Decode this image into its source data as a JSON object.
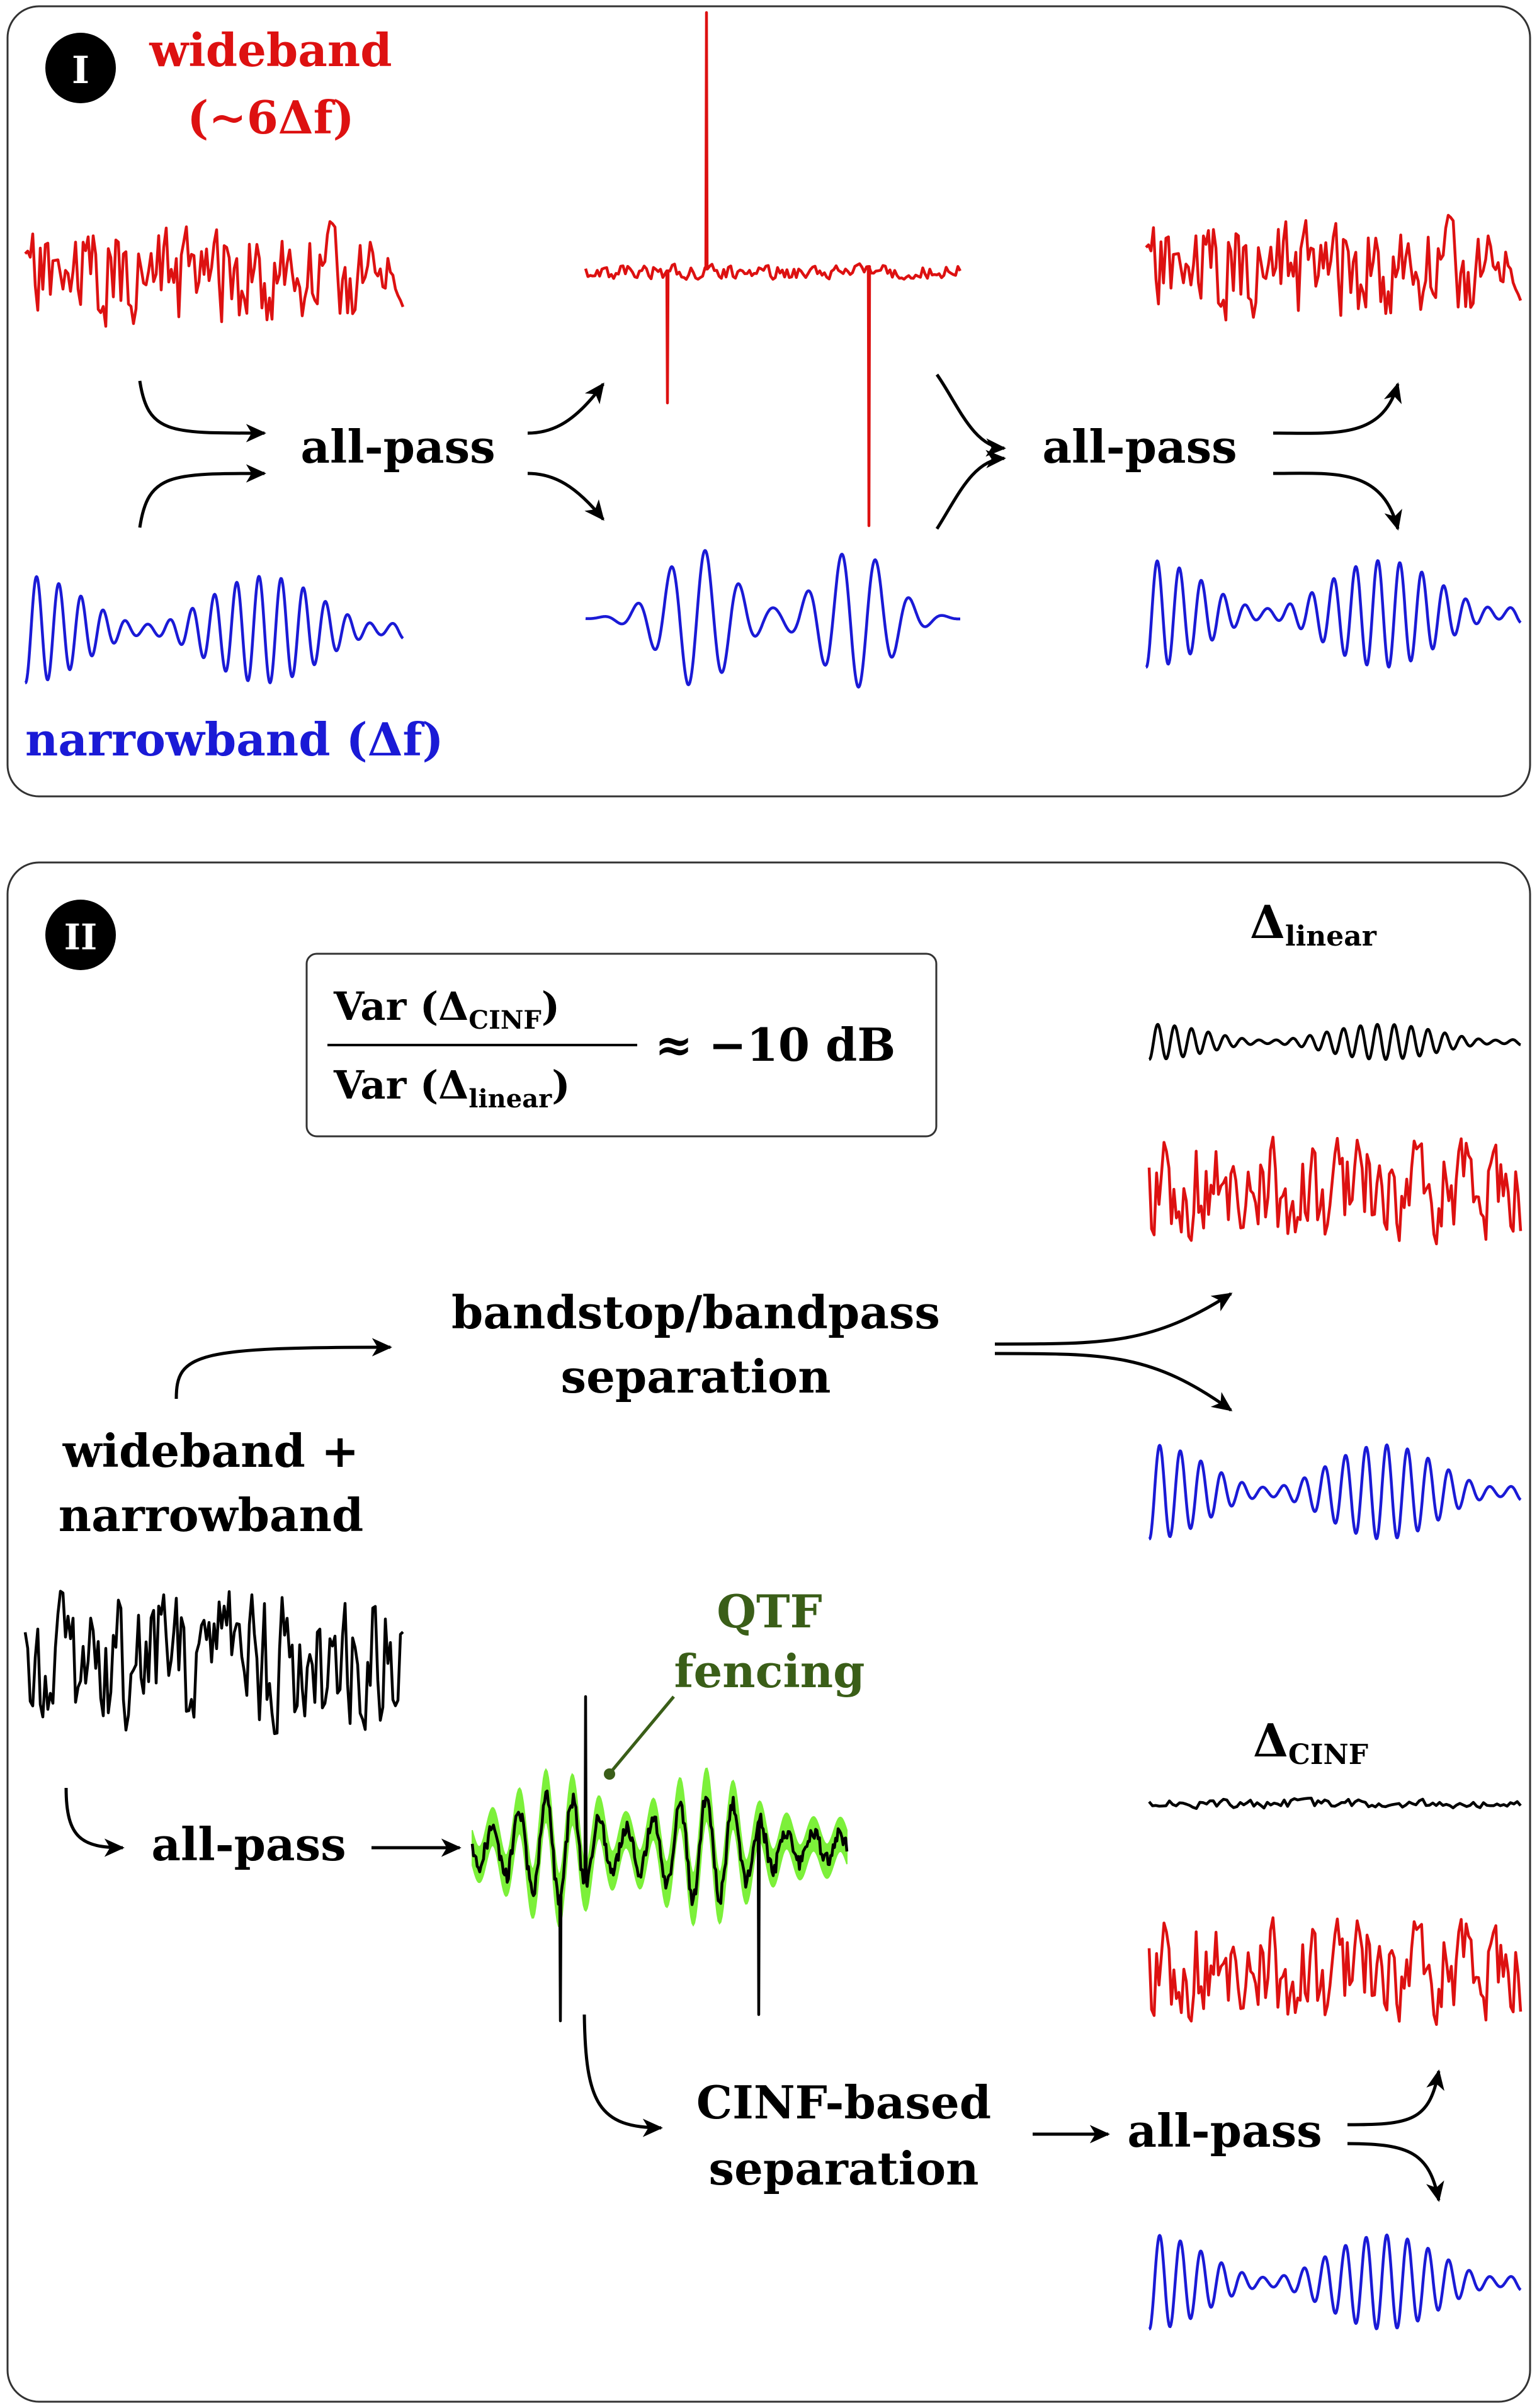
{
  "panel1": {
    "badge": "I",
    "wideband_label_line1": "wideband",
    "wideband_label_line2": "(∼6Δf)",
    "narrowband_label": "narrowband (Δf)",
    "allpass_left": "all-pass",
    "allpass_right": "all-pass"
  },
  "panel2": {
    "badge": "II",
    "formula": {
      "numerator": "Var (Δ",
      "numerator_sub": "CINF",
      "denominator": "Var (Δ",
      "denominator_sub": "linear",
      "close": ")",
      "result": "≈ −10 dB"
    },
    "delta_linear": "Δ",
    "delta_linear_sub": "linear",
    "delta_cinf": "Δ",
    "delta_cinf_sub": "CINF",
    "separation_top_line1": "bandstop/bandpass",
    "separation_top_line2": "separation",
    "input_label_line1": "wideband +",
    "input_label_line2": "narrowband",
    "allpass_input": "all-pass",
    "qtf_line1": "QTF",
    "qtf_line2": "fencing",
    "cinf_line1": "CINF-based",
    "cinf_line2": "separation",
    "allpass_output": "all-pass"
  },
  "colors": {
    "wideband": "#dd1111",
    "narrowband": "#1a1ad6",
    "mixture": "#000000",
    "qtf_fence": "#7cf03a",
    "qtf_label": "#3a5e18"
  }
}
